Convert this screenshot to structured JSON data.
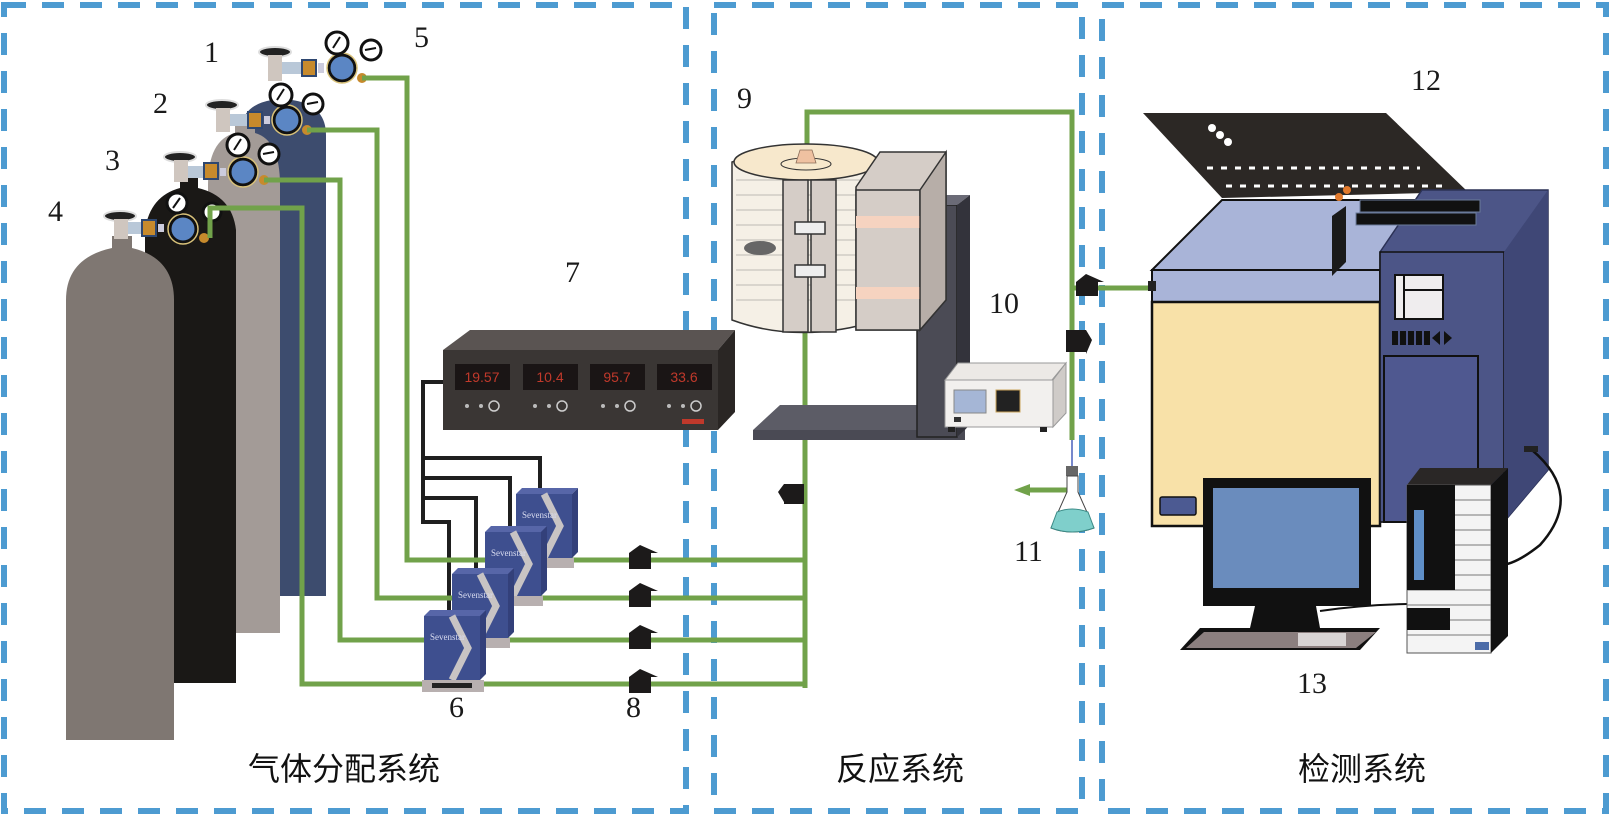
{
  "title": "气体分配、反应与检测实验系统示意图",
  "colors": {
    "panel_border": "#4d9bd1",
    "gas_line": "#71a24a",
    "signal_line": "#1f1f1f",
    "cylinder_1": "#3d4c6e",
    "cylinder_2": "#a39b97",
    "cylinder_3": "#1a1816",
    "cylinder_4": "#7f7772",
    "controller_body": "#3a3634",
    "lcd_text": "#c0392b",
    "mfc_body": "#3e4f8f",
    "analyzer_body": "#f8e1a8",
    "analyzer_side": "#4c5587",
    "monitor_screen": "#6a8cbd"
  },
  "sections": [
    {
      "id": "gas-distribution",
      "label": "气体分配系统"
    },
    {
      "id": "reaction",
      "label": "反应系统"
    },
    {
      "id": "detection",
      "label": "检测系统"
    }
  ],
  "labels": {
    "n1": "1",
    "n2": "2",
    "n3": "3",
    "n4": "4",
    "n5": "5",
    "n6": "6",
    "n7": "7",
    "n8": "8",
    "n9": "9",
    "n10": "10",
    "n11": "11",
    "n12": "12",
    "n13": "13"
  },
  "components": [
    {
      "id": 1,
      "name": "gas-cylinder-1"
    },
    {
      "id": 2,
      "name": "gas-cylinder-2"
    },
    {
      "id": 3,
      "name": "gas-cylinder-3"
    },
    {
      "id": 4,
      "name": "gas-cylinder-4"
    },
    {
      "id": 5,
      "name": "pressure-regulator"
    },
    {
      "id": 6,
      "name": "mass-flow-controller"
    },
    {
      "id": 7,
      "name": "flow-display-controller"
    },
    {
      "id": 8,
      "name": "check-valve"
    },
    {
      "id": 9,
      "name": "tube-furnace"
    },
    {
      "id": 10,
      "name": "temperature-controller"
    },
    {
      "id": 11,
      "name": "absorption-flask"
    },
    {
      "id": 12,
      "name": "gas-analyzer"
    },
    {
      "id": 13,
      "name": "computer"
    }
  ],
  "controller": {
    "readouts": [
      "19.57",
      "10.4",
      "95.7",
      "33.6"
    ]
  },
  "mfc": {
    "brand": "Sevenstar"
  }
}
